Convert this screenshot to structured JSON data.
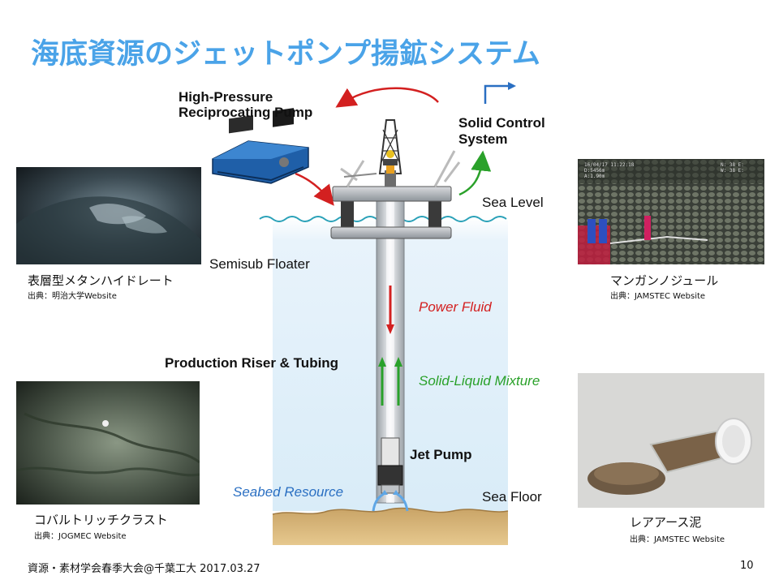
{
  "slide": {
    "title": "海底資源のジェットポンプ揚鉱システム",
    "page_number": "10",
    "footer": "資源・素材学会春季大会@千葉工大 2017.03.27"
  },
  "diagram": {
    "pump_label_line1": "High-Pressure",
    "pump_label_line2": "Reciprocating Pump",
    "solid_control_line1": "Solid Control",
    "solid_control_line2": "System",
    "sea_level": "Sea Level",
    "semisub": "Semisub Floater",
    "power_fluid": "Power Fluid",
    "riser": "Production Riser & Tubing",
    "mixture": "Solid-Liquid Mixture",
    "jet_pump": "Jet Pump",
    "seabed_resource": "Seabed Resource",
    "sea_floor": "Sea Floor"
  },
  "photos": {
    "hydrate": {
      "caption": "表層型メタンハイドレート",
      "source": "出典：明治大学Website"
    },
    "crust": {
      "caption": "コバルトリッチクラスト",
      "source": "出典：JOGMEC Website"
    },
    "nodule": {
      "caption": "マンガンノジュール",
      "source": "出典：JAMSTEC Website",
      "overlay_left": "16/04/17 11:22:18\nD:5456m\nA:1.90m",
      "overlay_right": "N: 38 E:\nW: 38 E:"
    },
    "rare_earth": {
      "caption": "レアアース泥",
      "source": "出典：JAMSTEC Website"
    }
  },
  "colors": {
    "title": "#4aa3e8",
    "power_fluid": "#d32020",
    "mixture": "#2aa12a",
    "seabed_resource": "#2a6fc2",
    "water": "#e9f3fb",
    "sediment": "#d9b47a"
  }
}
